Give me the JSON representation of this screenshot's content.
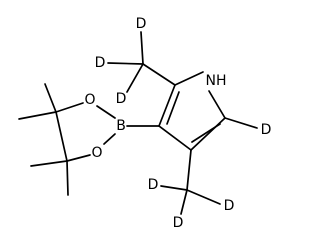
{
  "molecule": {
    "atoms": {
      "nh": "NH",
      "boron": "B",
      "oxygen_top": "O",
      "oxygen_bottom": "O",
      "d_top_methyl_1": "D",
      "d_top_methyl_2": "D",
      "d_top_methyl_3": "D",
      "d_ring": "D",
      "d_bottom_methyl_1": "D",
      "d_bottom_methyl_2": "D",
      "d_bottom_methyl_3": "D"
    }
  }
}
